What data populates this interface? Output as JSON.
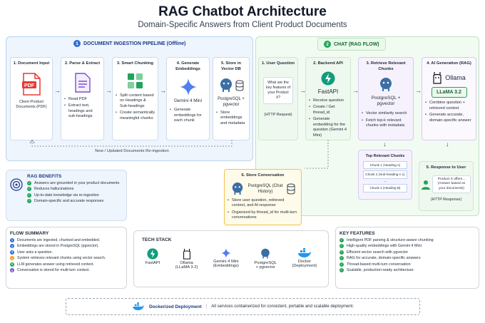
{
  "header": {
    "title": "RAG Chatbot Architecture",
    "subtitle": "Domain-Specific Answers from Client Product Documents"
  },
  "ingestion": {
    "num": "1",
    "title": "DOCUMENT INGESTION PIPELINE (Offline)",
    "reingest": "New / Updated Documents Re-ingestion",
    "steps": [
      {
        "title": "1. Document Input",
        "icon_text": "PDF",
        "caption": "Client Product Documents (PDF)",
        "bullets": []
      },
      {
        "title": "2. Parse & Extract",
        "icon_text": "",
        "caption": "",
        "bullets": [
          "Read PDF",
          "Extract text, headings and sub-headings"
        ]
      },
      {
        "title": "3. Smart Chunking",
        "icon_text": "",
        "caption": "",
        "bullets": [
          "Split content based on Headings & Sub-headings",
          "Create semantically meaningful chunks"
        ]
      },
      {
        "title": "4. Generate Embeddings",
        "icon_text": "",
        "caption": "Gemini 4 Mini",
        "bullets": [
          "Generate embeddings for each chunk"
        ]
      },
      {
        "title": "5. Store in Vector DB",
        "icon_text": "",
        "caption": "PostgreSQL + pgvector",
        "bullets": [
          "Store embeddings and metadata"
        ]
      }
    ]
  },
  "chat": {
    "num": "2",
    "title": "CHAT (RAG FLOW)",
    "steps": [
      {
        "title": "1. User Question",
        "question": "What are the key features of your Product X?",
        "note": "(HTTP Request)"
      },
      {
        "title": "2. Backend API",
        "caption": "FastAPI",
        "bullets": [
          "Receive question",
          "Create / Get thread_id",
          "Generate embedding for the question (Gemini 4 Mini)"
        ]
      },
      {
        "title": "3. Retrieve Relevant Chunks",
        "caption": "PostgreSQL + pgvector",
        "bullets": [
          "Vector similarity search",
          "Fetch top-k relevant chunks with metadata"
        ]
      },
      {
        "title": "4. AI Generation (RAG)",
        "ollama": "Ollama",
        "model": "LLaMA 3.2",
        "bullets": [
          "Combine question + retrieved context",
          "Generate accurate, domain-specific answer"
        ]
      }
    ],
    "chunks": {
      "title": "Top Relevant Chunks",
      "items": [
        "Chunk 1 (Heading A)",
        "Chunk 2 (Sub-heading A.1)",
        "...",
        "Chunk 4 (Heading B)"
      ]
    },
    "response": {
      "title": "5. Response to User",
      "answer": "Product X offers...",
      "answer_note": "(Answer based on your documents)",
      "note": "(HTTP Response)"
    }
  },
  "store": {
    "title": "6. Store Conversation",
    "caption": "PostgreSQL (Chat History)",
    "bullets": [
      "Store user question, retrieved context, and AI response",
      "Organized by thread_id for multi-turn conversations"
    ]
  },
  "benefits": {
    "title": "RAG BENEFITS",
    "items": [
      "Answers are grounded in your product documents",
      "Reduces hallucinations",
      "Up-to-date knowledge via re-ingestion",
      "Domain-specific and accurate responses"
    ]
  },
  "flow": {
    "title": "FLOW SUMMARY",
    "items": [
      "Documents are ingested, chunked and embedded.",
      "Embeddings are stored in PostgreSQL (pgvector).",
      "User asks a question.",
      "System retrieves relevant chunks using vector search.",
      "LLM generates answer using retrieved context.",
      "Conversation is stored for multi-turn context."
    ],
    "colors": [
      "#2f6fd6",
      "#2f6fd6",
      "#2f6fd6",
      "#f59e0b",
      "#22a35a",
      "#7c4fd1"
    ]
  },
  "tech": {
    "title": "TECH STACK",
    "items": [
      {
        "name": "FastAPI",
        "sub": ""
      },
      {
        "name": "Ollama",
        "sub": "(LLaMA 3.2)"
      },
      {
        "name": "Gemini 4 Mini",
        "sub": "(Embeddings)"
      },
      {
        "name": "PostgreSQL",
        "sub": "+ pgvector"
      },
      {
        "name": "Docker",
        "sub": "(Deployment)"
      }
    ]
  },
  "features": {
    "title": "KEY FEATURES",
    "items": [
      "Intelligent PDF parsing & structure-aware chunking",
      "High-quality embeddings with Gemini 4 Mini",
      "Efficient vector search with pgvector",
      "RAG for accurate, domain-specific answers",
      "Thread-based multi-turn conversation",
      "Scalable, production-ready architecture"
    ]
  },
  "docker": {
    "title": "Dockerized Deployment",
    "text": "All services containerized for consistent, portable and scalable deployment."
  },
  "colors": {
    "blue": "#2f6fd6",
    "green": "#22a35a",
    "pdf_red": "#e53935",
    "fastapi": "#0f9d7a",
    "postgres": "#3b6ea5",
    "purple": "#7c4fd1",
    "docker": "#2496ed"
  }
}
